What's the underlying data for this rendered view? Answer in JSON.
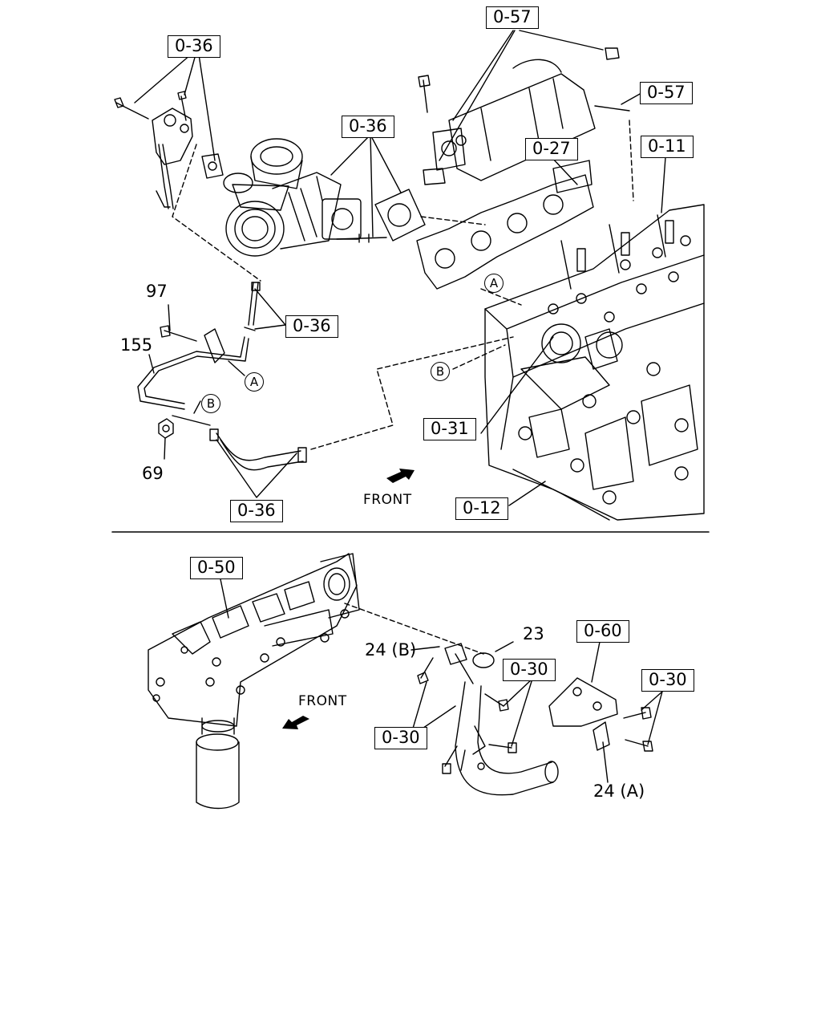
{
  "labels": {
    "ref_0_57_top": "0-57",
    "ref_0_57_right": "0-57",
    "ref_0_36_topleft": "0-36",
    "ref_0_36_mid": "0-36",
    "ref_0_27": "0-27",
    "ref_0_11": "0-11",
    "ref_0_36_hose": "0-36",
    "ref_0_31": "0-31",
    "ref_0_36_bottom": "0-36",
    "ref_0_12": "0-12",
    "part_97": "97",
    "part_155": "155",
    "part_69": "69",
    "marker_a_engine": "A",
    "marker_a_pipe": "A",
    "marker_b_engine": "B",
    "marker_b_pipe": "B",
    "front_top": "FRONT",
    "ref_0_50": "0-50",
    "part_23": "23",
    "part_24b": "24 (B)",
    "ref_0_60": "0-60",
    "ref_0_30_mid": "0-30",
    "ref_0_30_right": "0-30",
    "ref_0_30_left": "0-30",
    "front_bottom": "FRONT",
    "part_24a": "24 (A)"
  }
}
